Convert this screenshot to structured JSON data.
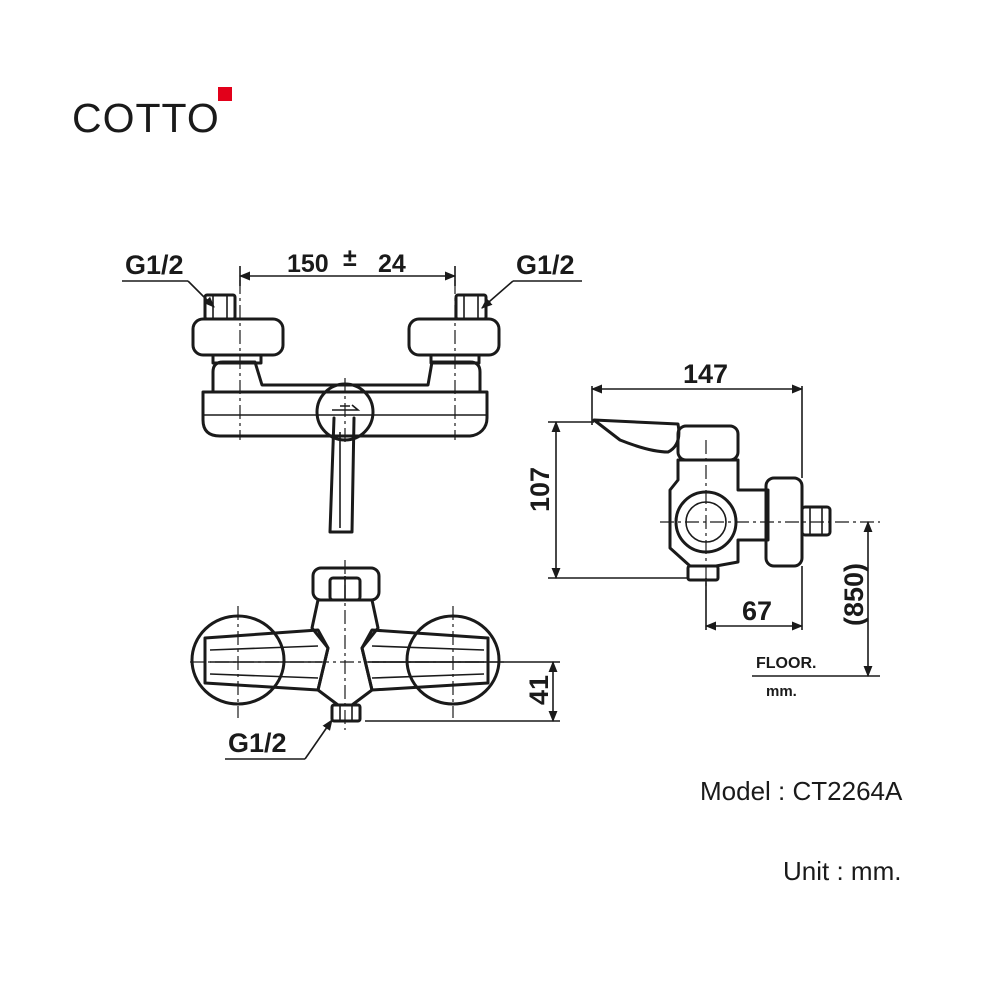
{
  "brand": {
    "name": "COTTO",
    "accent_color": "#e2001a"
  },
  "front_view": {
    "inlet_left": "G1/2",
    "inlet_right": "G1/2",
    "distance_value": "150",
    "distance_tolerance_sign": "±",
    "distance_tolerance": "24"
  },
  "side_view": {
    "depth": "147",
    "height": "107",
    "outlet_offset": "67",
    "floor_height": "(850)",
    "floor_label": "FLOOR.",
    "floor_unit": "mm."
  },
  "top_view": {
    "outlet_thread": "G1/2",
    "outlet_depth": "41"
  },
  "info": {
    "model": "Model : CT2264A",
    "unit": "Unit : mm."
  }
}
